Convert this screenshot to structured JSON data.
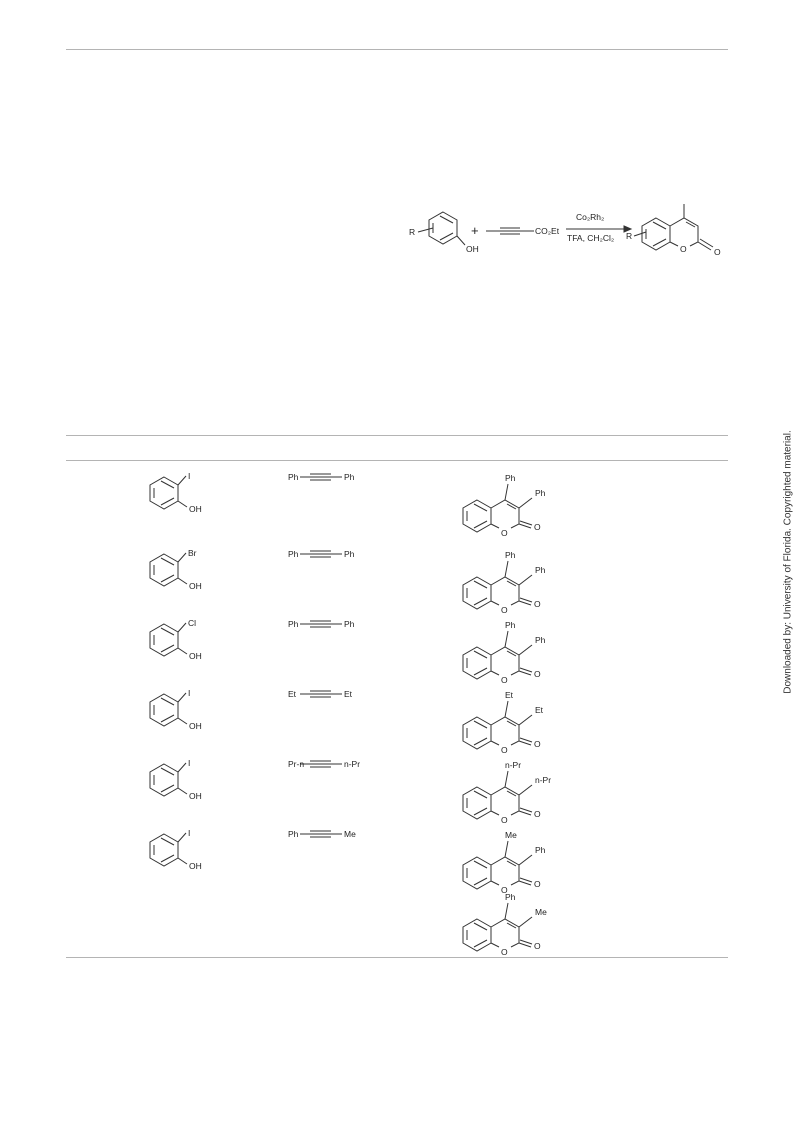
{
  "scheme": {
    "reactant_label": "R",
    "reactant_oh": "OH",
    "plus": "+",
    "alkyne_end": "CO₂Et",
    "reagent_top": "Co₂Rh₂",
    "reagent_bottom": "TFA, CH₂Cl₂",
    "product_label": "R"
  },
  "table": {
    "rows": [
      {
        "halophenol": {
          "x": "I",
          "oh": "OH"
        },
        "alkyne": {
          "left": "Ph",
          "right": "Ph"
        },
        "products": [
          {
            "r4": "Ph",
            "r3": "Ph"
          }
        ]
      },
      {
        "halophenol": {
          "x": "Br",
          "oh": "OH"
        },
        "alkyne": {
          "left": "Ph",
          "right": "Ph"
        },
        "products": [
          {
            "r4": "Ph",
            "r3": "Ph"
          }
        ]
      },
      {
        "halophenol": {
          "x": "Cl",
          "oh": "OH"
        },
        "alkyne": {
          "left": "Ph",
          "right": "Ph"
        },
        "products": [
          {
            "r4": "Ph",
            "r3": "Ph"
          }
        ]
      },
      {
        "halophenol": {
          "x": "I",
          "oh": "OH"
        },
        "alkyne": {
          "left": "Et",
          "right": "Et"
        },
        "products": [
          {
            "r4": "Et",
            "r3": "Et"
          }
        ]
      },
      {
        "halophenol": {
          "x": "I",
          "oh": "OH"
        },
        "alkyne": {
          "left": "Pr-n",
          "right": "n-Pr"
        },
        "products": [
          {
            "r4": "n-Pr",
            "r3": "n-Pr"
          }
        ]
      },
      {
        "halophenol": {
          "x": "I",
          "oh": "OH"
        },
        "alkyne": {
          "left": "Ph",
          "right": "Me"
        },
        "products": [
          {
            "r4": "Me",
            "r3": "Ph"
          },
          {
            "r4": "Ph",
            "r3": "Me"
          }
        ]
      }
    ]
  },
  "common": {
    "ring_o": "O",
    "carbonyl_o": "O"
  },
  "watermark": "Downloaded by: University of Florida. Copyrighted material."
}
